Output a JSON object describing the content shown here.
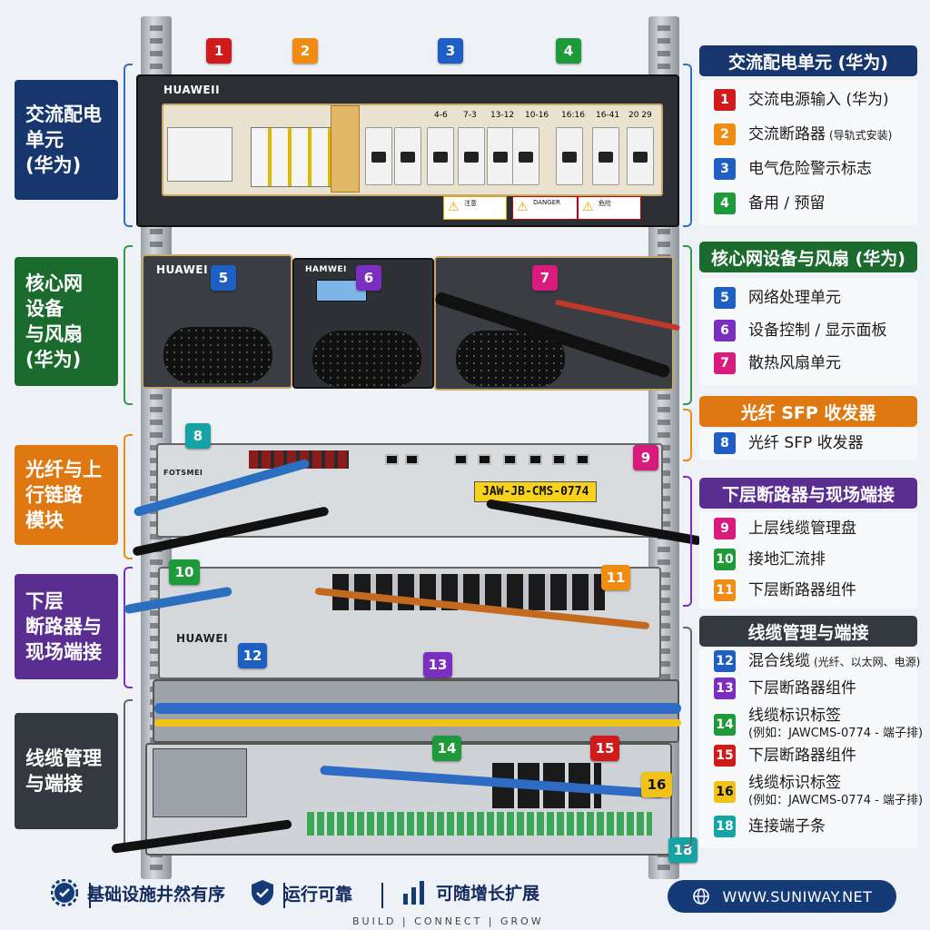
{
  "left_tags": [
    {
      "id": "ac",
      "text": "交流配电\n单元\n(华为)",
      "color": "#17366e"
    },
    {
      "id": "core",
      "text": "核心网\n设备\n与风扇\n(华为)",
      "color": "#1b6b2f"
    },
    {
      "id": "fiber",
      "text": "光纤与上\n行链路\n模块",
      "color": "#e07812"
    },
    {
      "id": "lower",
      "text": "下层\n断路器与\n现场端接",
      "color": "#5a2d91"
    },
    {
      "id": "cable",
      "text": "线缆管理\n与端接",
      "color": "#34393f"
    }
  ],
  "rack": {
    "brand_top": "HUAWEII",
    "brand_mid": "HUAWEI",
    "brand_mid2": "HAMWEI",
    "brand_low": "HUAWEI",
    "brand_sw": "FOTSMEI",
    "label_main": "JAW-JB-CMS-0774",
    "breaker_marks": [
      "4-6",
      "7-3",
      "13-12",
      "10-16",
      "16:16",
      "16-41",
      "20 29"
    ],
    "warn1": "注意",
    "warn2": "DANGER",
    "warn3": "危险"
  },
  "callouts": [
    {
      "n": "1",
      "color": "#d11b1b"
    },
    {
      "n": "2",
      "color": "#f08c14"
    },
    {
      "n": "3",
      "color": "#1f5fc4"
    },
    {
      "n": "4",
      "color": "#1f9a3a"
    },
    {
      "n": "5",
      "color": "#1f5fc4"
    },
    {
      "n": "6",
      "color": "#7b2fc0"
    },
    {
      "n": "7",
      "color": "#d81b7c"
    },
    {
      "n": "8",
      "color": "#17a3a3"
    },
    {
      "n": "9",
      "color": "#d81b7c"
    },
    {
      "n": "10",
      "color": "#1f9a3a"
    },
    {
      "n": "11",
      "color": "#f08c14"
    },
    {
      "n": "12",
      "color": "#1f5fc4"
    },
    {
      "n": "13",
      "color": "#7b2fc0"
    },
    {
      "n": "14",
      "color": "#1f9a3a"
    },
    {
      "n": "15",
      "color": "#d11b1b"
    },
    {
      "n": "16",
      "color": "#f2c218"
    },
    {
      "n": "18",
      "color": "#17a3a3"
    }
  ],
  "legend": {
    "ac": {
      "title": "交流配电单元 (华为)",
      "color": "#17366e",
      "items": [
        {
          "n": "1",
          "color": "#d11b1b",
          "text": "交流电源输入 (华为)"
        },
        {
          "n": "2",
          "color": "#f08c14",
          "text": "交流断路器",
          "note": "(导轨式安装)"
        },
        {
          "n": "3",
          "color": "#1f5fc4",
          "text": "电气危险警示标志"
        },
        {
          "n": "4",
          "color": "#1f9a3a",
          "text": "备用 / 预留"
        }
      ]
    },
    "core": {
      "title": "核心网设备与风扇 (华为)",
      "color": "#1b6b2f",
      "items": [
        {
          "n": "5",
          "color": "#1f5fc4",
          "text": "网络处理单元"
        },
        {
          "n": "6",
          "color": "#7b2fc0",
          "text": "设备控制 / 显示面板"
        },
        {
          "n": "7",
          "color": "#d81b7c",
          "text": "散热风扇单元"
        }
      ]
    },
    "fiber": {
      "title": "光纤 SFP 收发器",
      "color": "#e07812",
      "items": [
        {
          "n": "8",
          "color": "#1f5fc4",
          "text": "光纤 SFP 收发器"
        }
      ]
    },
    "lower": {
      "title": "下层断路器与现场端接",
      "color": "#5a2d91",
      "items": [
        {
          "n": "9",
          "color": "#d81b7c",
          "text": "上层线缆管理盘"
        },
        {
          "n": "10",
          "color": "#1f9a3a",
          "text": "接地汇流排"
        },
        {
          "n": "11",
          "color": "#f08c14",
          "text": "下层断路器组件"
        }
      ]
    },
    "cable": {
      "title": "线缆管理与端接",
      "color": "#34393f",
      "items": [
        {
          "n": "12",
          "color": "#1f5fc4",
          "text": "混合线缆",
          "note": "(光纤、以太网、电源)"
        },
        {
          "n": "13",
          "color": "#7b2fc0",
          "text": "下层断路器组件"
        },
        {
          "n": "14",
          "color": "#1f9a3a",
          "text": "线缆标识标签",
          "sub": "(例如：JAWCMS-0774 - 端子排)"
        },
        {
          "n": "15",
          "color": "#d11b1b",
          "text": "下层断路器组件"
        },
        {
          "n": "16",
          "color": "#f2c218",
          "text": "线缆标识标签",
          "sub": "(例如：JAWCMS-0774 - 端子排)"
        },
        {
          "n": "18",
          "color": "#17a3a3",
          "text": "连接端子条"
        }
      ]
    }
  },
  "footer": {
    "item1": "基础设施井然有序",
    "item2": "运行可靠",
    "item3": "可随增长扩展",
    "tagline": "BUILD  |  CONNECT  |  GROW",
    "url": "WWW.SUNIWAY.NET"
  }
}
